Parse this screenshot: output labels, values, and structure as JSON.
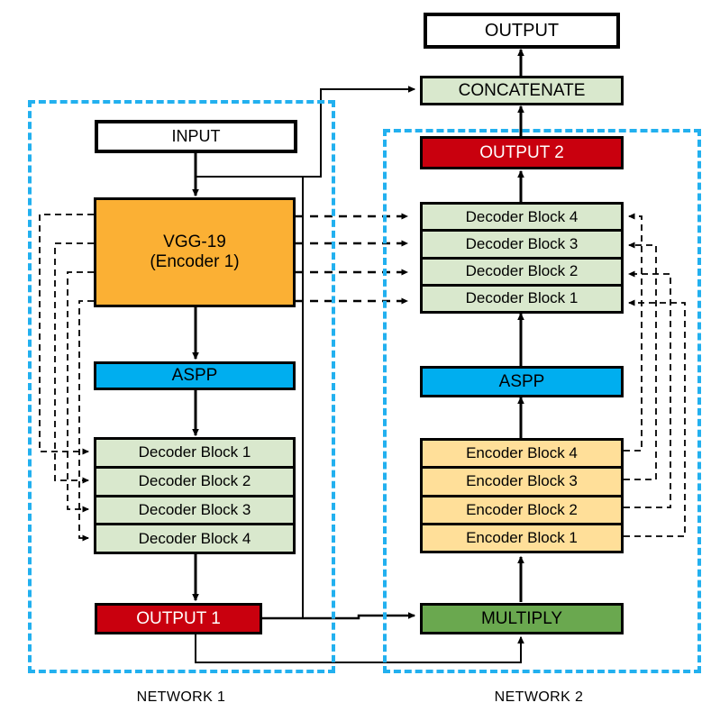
{
  "diagram": {
    "title": "Two-network encoder-decoder segmentation architecture",
    "colors": {
      "white": "#ffffff",
      "orange": "#fbb034",
      "light_orange": "#ffdf99",
      "blue": "#00aeef",
      "light_green": "#d9e8cd",
      "green": "#6aa84f",
      "red": "#c9000e",
      "network_boundary": "#22b0ef",
      "stroke": "#000000"
    },
    "nodes": {
      "output": "OUTPUT",
      "concatenate": "CONCATENATE",
      "output2": "OUTPUT 2",
      "input": "INPUT",
      "vgg19": "VGG-19\n(Encoder 1)",
      "aspp_left": "ASPP",
      "aspp_right": "ASPP",
      "output1": "OUTPUT 1",
      "multiply": "MULTIPLY"
    },
    "decoder_left": [
      "Decoder Block 1",
      "Decoder Block 2",
      "Decoder Block 3",
      "Decoder Block 4"
    ],
    "decoder_right": [
      "Decoder Block 4",
      "Decoder Block 3",
      "Decoder Block 2",
      "Decoder Block 1"
    ],
    "encoder_right": [
      "Encoder Block 4",
      "Encoder Block 3",
      "Encoder Block 2",
      "Encoder Block 1"
    ],
    "network_labels": {
      "network1": "NETWORK 1",
      "network2": "NETWORK 2"
    }
  }
}
